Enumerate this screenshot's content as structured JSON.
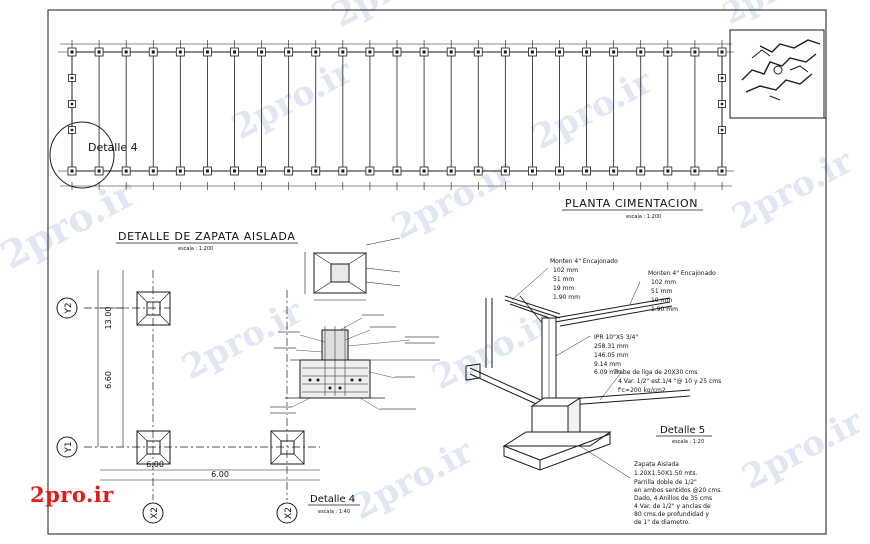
{
  "plan": {
    "title": "PLANTA CIMENTACION",
    "scale": "escala : 1:200",
    "callout": "Detalle 4"
  },
  "zapata": {
    "title": "DETALLE DE ZAPATA AISLADA",
    "scale": "escala : 1:200",
    "axis_top": "Y2",
    "axis_bottom": "Y1",
    "axis_left": "X2",
    "axis_right": "X2",
    "dim_vertical_1": "13.00",
    "dim_vertical_2": "6.60",
    "dim_horizontal_1": "6.00",
    "dim_horizontal_2": "6.00"
  },
  "detalle4": {
    "title": "Detalle 4",
    "scale": "escala : 1:40"
  },
  "detalle5": {
    "title": "Detalle 5",
    "scale": "escala : 1:20",
    "monten_a": [
      "Monten 4\" Encajonado",
      "102 mm",
      "51 mm",
      "19 mm",
      "1.90 mm"
    ],
    "monten_b": [
      "Monten 4\" Encajonado",
      "102 mm",
      "51 mm",
      "19 mm",
      "1.90 mm"
    ],
    "ipr": [
      "IPR  10\"X5 3/4\"",
      "258.31 mm",
      "146.05 mm",
      "9.14 mm",
      "6.09 mm"
    ],
    "trabe": [
      "Trabe de liga de 20X30 cms",
      "4 Var. 1/2\" est.1/4 \"@ 10 y 25 cms",
      "f'c=200 kg/cm2"
    ],
    "zapata_note": [
      "Zapata Aislada",
      "1.20X1.50X1.50 mts.",
      "Parrilla doble de 1/2\"",
      "en ambos sentidos @20 cms.",
      "Dado, 4 Anillos de 35 cms",
      "4 Var. de 1/2\" y anclas de",
      "80 cms.de profundidad y",
      "de 1\" de diametro."
    ]
  },
  "watermark": "2pro.ir",
  "logo": "2pro.ir",
  "colors": {
    "line": "#1a1a1a",
    "watermark": "#c8d4ea",
    "logo": "#e01b1b",
    "background": "#ffffff"
  }
}
